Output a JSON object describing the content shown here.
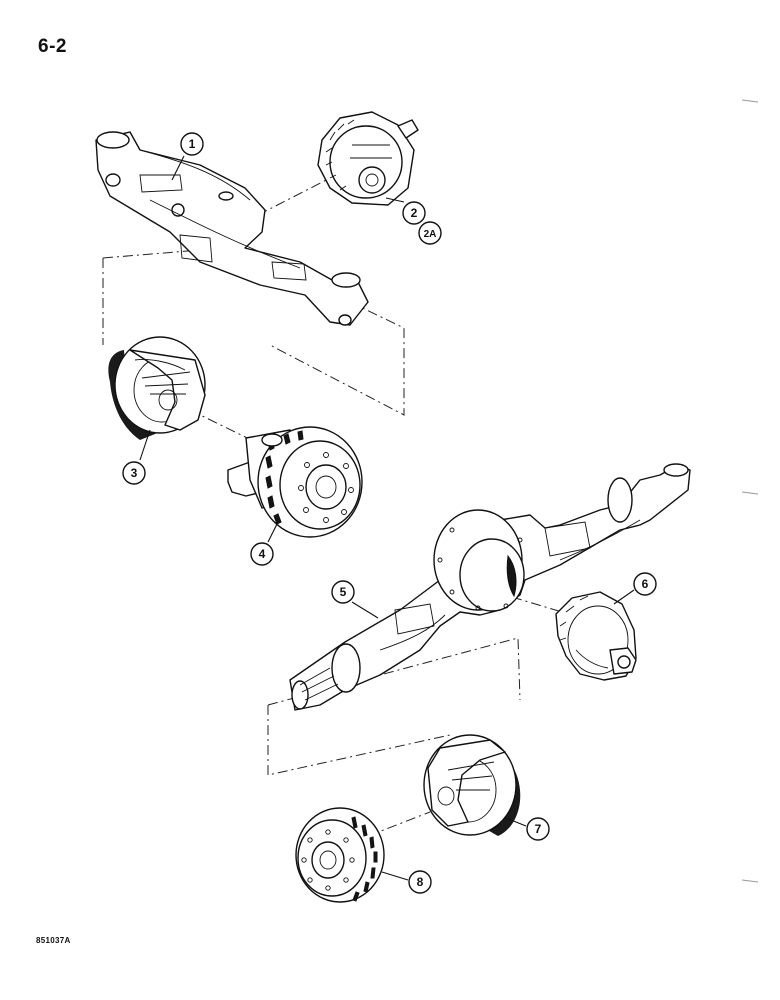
{
  "page_number": "6-2",
  "figure_code": "851037A",
  "callouts": [
    {
      "id": "1",
      "label": "1"
    },
    {
      "id": "2",
      "label": "2"
    },
    {
      "id": "2A",
      "label": "2A"
    },
    {
      "id": "3",
      "label": "3"
    },
    {
      "id": "4",
      "label": "4"
    },
    {
      "id": "5",
      "label": "5"
    },
    {
      "id": "6",
      "label": "6"
    },
    {
      "id": "7",
      "label": "7"
    },
    {
      "id": "8",
      "label": "8"
    }
  ]
}
